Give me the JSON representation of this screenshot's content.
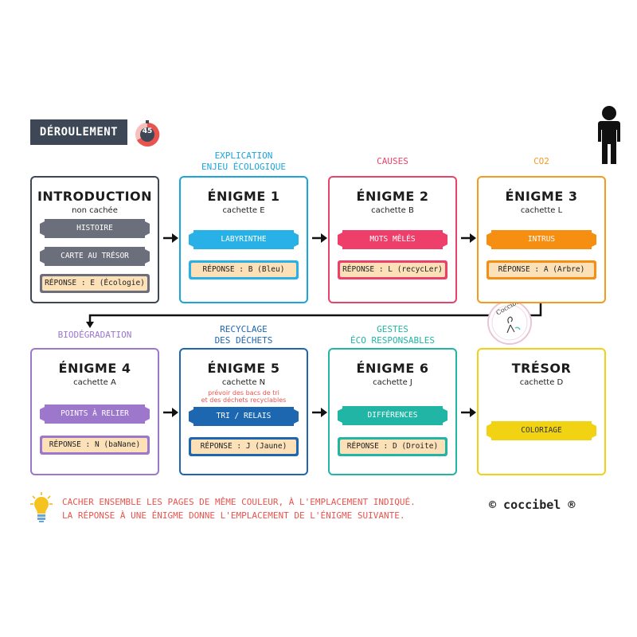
{
  "header": {
    "label": "DÉROULEMENT",
    "timer": "45"
  },
  "themes": {
    "enigme1": "EXPLICATION\nENJEU ÉCOLOGIQUE",
    "enigme2": "CAUSES",
    "enigme3": "CO2",
    "enigme4": "BIODÉGRADATION",
    "enigme5": "RECYCLAGE\nDES DÉCHETS",
    "enigme6": "GESTES\nÉCO RESPONSABLES"
  },
  "cards": {
    "intro": {
      "title": "INTRODUCTION",
      "sub": "non cachée",
      "btn1": "HISTOIRE",
      "btn2": "CARTE AU TRÉSOR",
      "answer": "RÉPONSE : E (Écologie)"
    },
    "enigme1": {
      "title": "ÉNIGME 1",
      "sub": "cachette E",
      "activity": "LABYRINTHE",
      "answer": "RÉPONSE : B (Bleu)"
    },
    "enigme2": {
      "title": "ÉNIGME 2",
      "sub": "cachette B",
      "activity": "MOTS MÊLÉS",
      "answer": "RÉPONSE : L (recycLer)"
    },
    "enigme3": {
      "title": "ÉNIGME 3",
      "sub": "cachette L",
      "activity": "INTRUS",
      "answer": "RÉPONSE : A (Arbre)"
    },
    "enigme4": {
      "title": "ÉNIGME 4",
      "sub": "cachette A",
      "activity": "POINTS À RELIER",
      "answer": "RÉPONSE : N (baNane)"
    },
    "enigme5": {
      "title": "ÉNIGME 5",
      "sub": "cachette N",
      "note": "prévoir des bacs de tri\net des déchets recyclables",
      "activity": "TRI / RELAIS",
      "answer": "RÉPONSE : J (Jaune)"
    },
    "enigme6": {
      "title": "ÉNIGME 6",
      "sub": "cachette J",
      "activity": "DIFFÉRENCES",
      "answer": "RÉPONSE : D (Droite)"
    },
    "tresor": {
      "title": "TRÉSOR",
      "sub": "cachette D",
      "activity": "COLORIAGE"
    }
  },
  "footer": {
    "line1": "CACHER ENSEMBLE LES PAGES DE MÊME COULEUR, À L'EMPLACEMENT INDIQUÉ.",
    "line2": "LA RÉPONSE À UNE ÉNIGME DONNE L'EMPLACEMENT DE L'ÉNIGME SUIVANTE.",
    "copyright": "© coccibel ®",
    "stamp": "Coccibel"
  },
  "colors": {
    "intro": "#3d4755",
    "intro_btn": "#6b6f7b",
    "enigme1": "#1aa5dc",
    "enigme1_btn": "#27b1e6",
    "enigme2": "#e8446a",
    "enigme2_btn": "#ee3f6a",
    "enigme3": "#f59a1f",
    "enigme3_btn": "#f68e12",
    "enigme4": "#9c77cc",
    "enigme4_btn": "#9c77cc",
    "enigme5": "#1d67b1",
    "enigme5_btn": "#1d67b1",
    "enigme6": "#20b5a5",
    "enigme6_btn": "#20b5a5",
    "tresor": "#f2cf1b",
    "tresor_btn": "#f2d313",
    "accent_text": "#e8544e"
  }
}
